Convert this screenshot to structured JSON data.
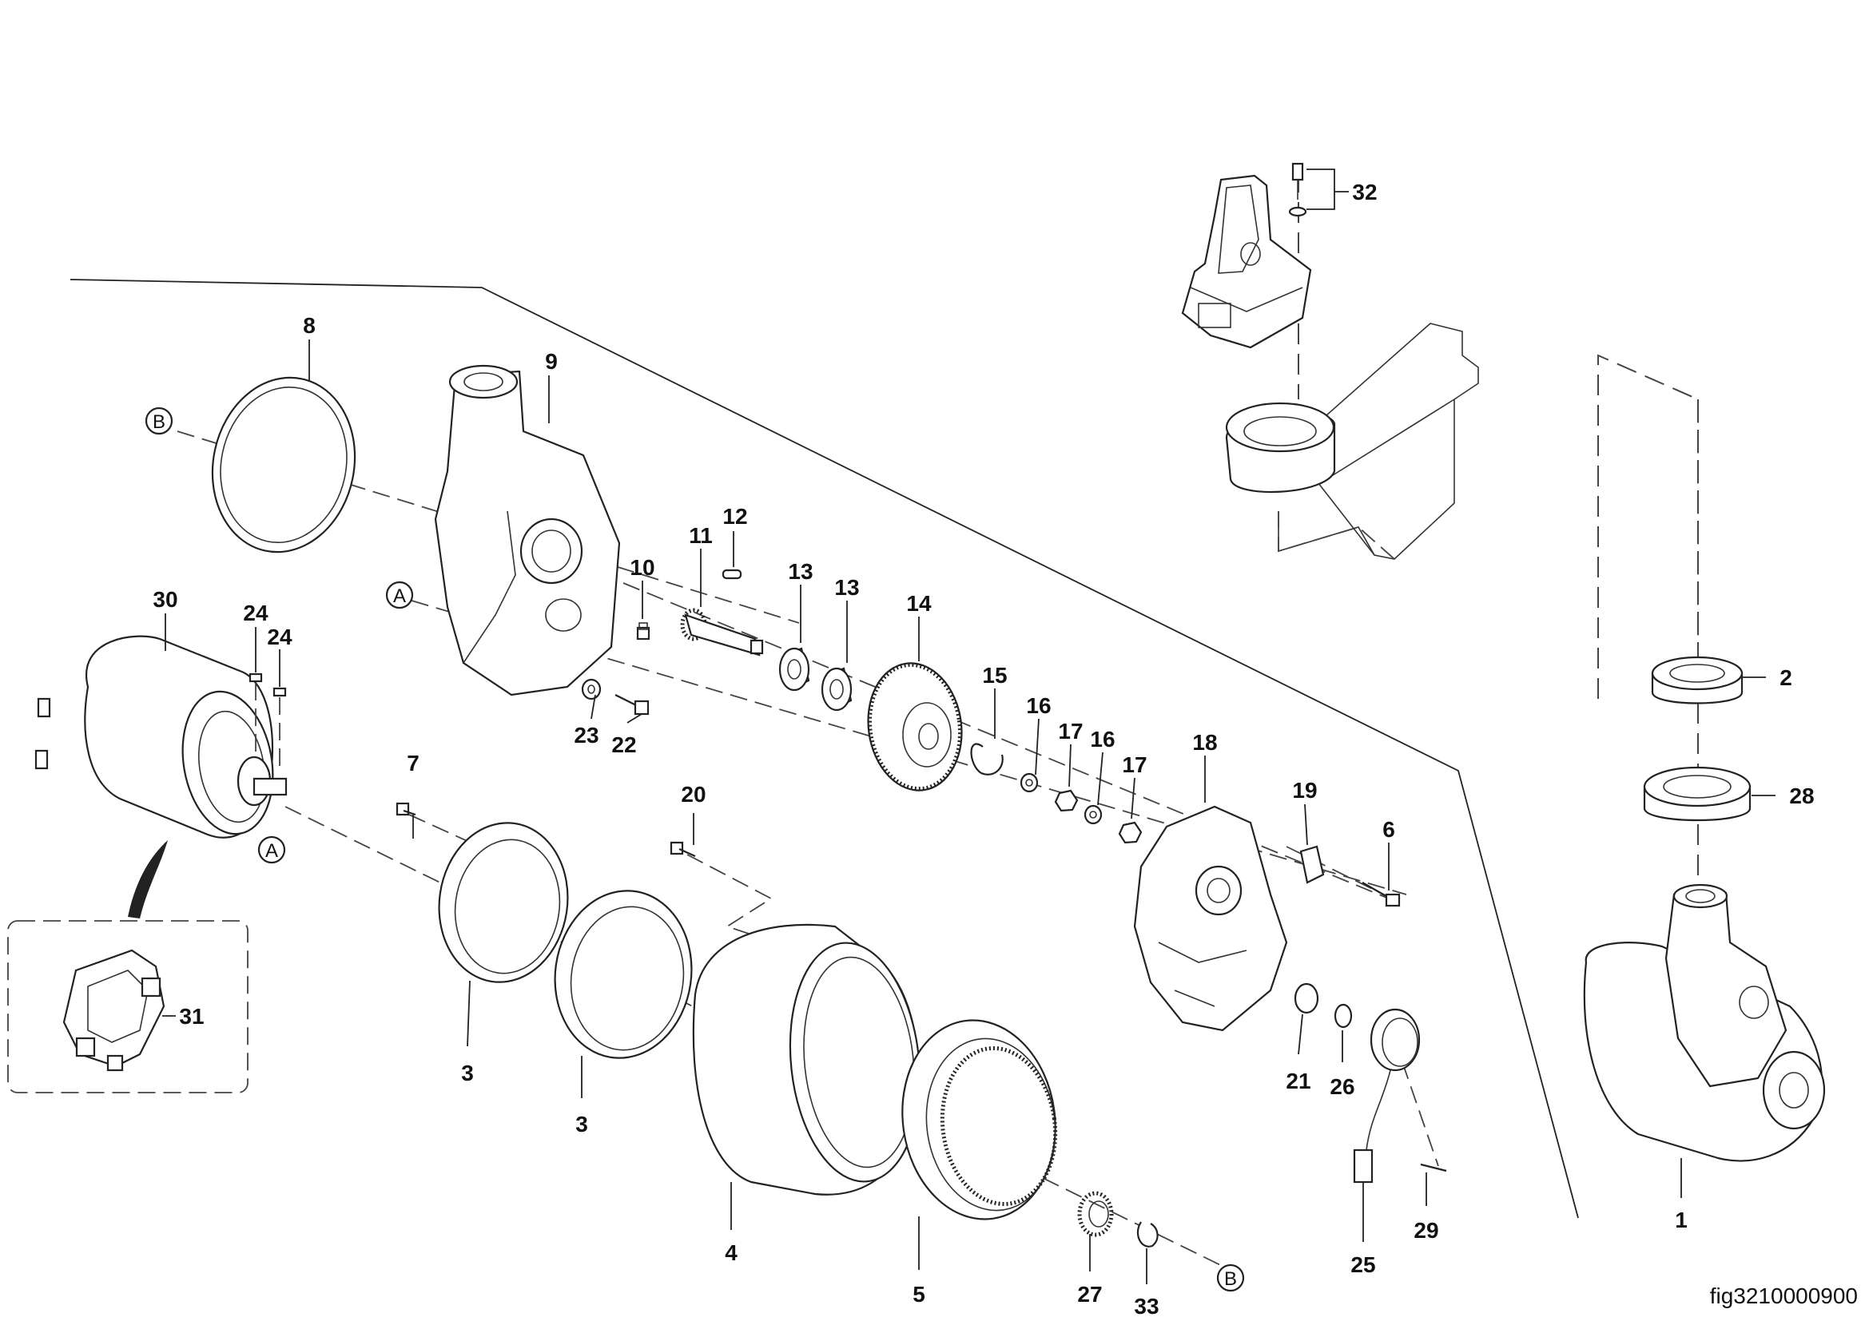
{
  "figure_id": "fig3210000900",
  "reference_marks": {
    "a": "A",
    "b": "B"
  },
  "callouts": {
    "c1": "1",
    "c2": "2",
    "c3a": "3",
    "c3b": "3",
    "c4": "4",
    "c5": "5",
    "c6": "6",
    "c7": "7",
    "c8": "8",
    "c9": "9",
    "c10": "10",
    "c11": "11",
    "c12": "12",
    "c13a": "13",
    "c13b": "13",
    "c14": "14",
    "c15": "15",
    "c16a": "16",
    "c16b": "16",
    "c17a": "17",
    "c17b": "17",
    "c18": "18",
    "c19": "19",
    "c20": "20",
    "c21": "21",
    "c22": "22",
    "c23": "23",
    "c24a": "24",
    "c24b": "24",
    "c25": "25",
    "c26": "26",
    "c27": "27",
    "c28": "28",
    "c29": "29",
    "c30": "30",
    "c31": "31",
    "c32": "32",
    "c33": "33"
  }
}
